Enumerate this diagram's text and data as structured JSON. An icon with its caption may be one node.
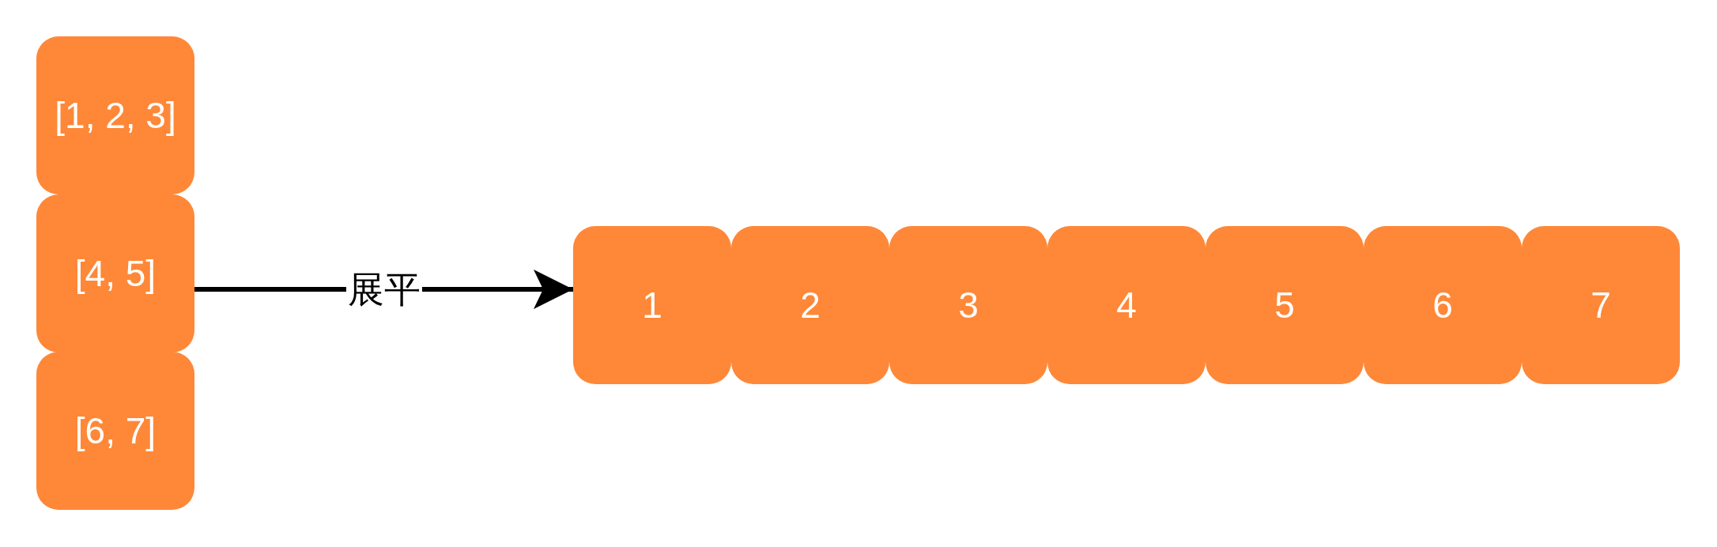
{
  "diagram": {
    "nodes": [
      {
        "text": [
          "[1, 2, 3]"
        ]
      },
      {
        "text": [
          "[4, 5]"
        ]
      },
      {
        "text": [
          "[6, 7]"
        ]
      },
      {
        "text": [
          "1"
        ]
      },
      {
        "text": [
          "2"
        ]
      },
      {
        "text": [
          "3"
        ]
      },
      {
        "text": [
          "4"
        ]
      },
      {
        "text": [
          "5"
        ]
      },
      {
        "text": [
          "6"
        ]
      },
      {
        "text": [
          "7"
        ]
      }
    ],
    "edges": [
      {
        "from": 1,
        "to": 3,
        "arrow": "to",
        "label": "展平"
      }
    ]
  }
}
